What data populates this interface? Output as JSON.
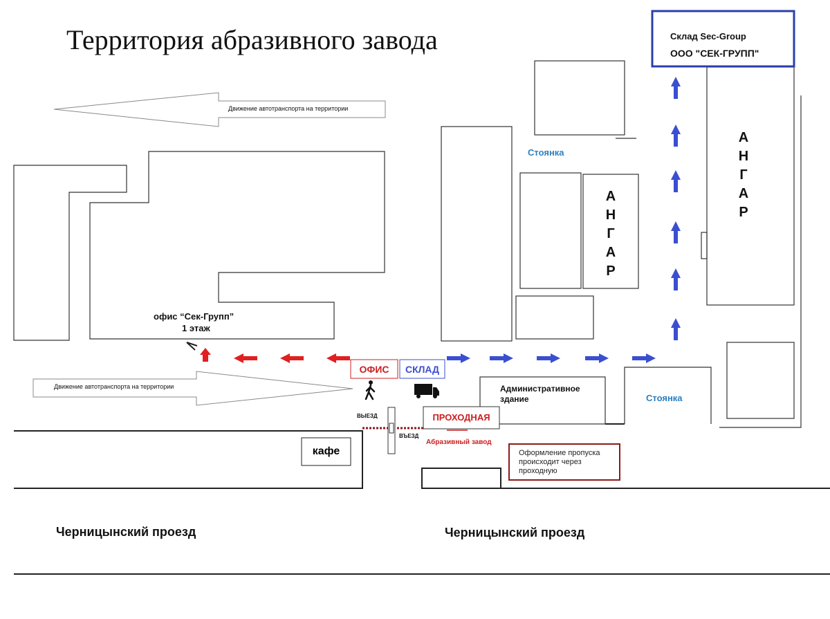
{
  "title": "Территория абразивного завода",
  "warehouse_box": {
    "line1": "Склад Sec-Group",
    "line2": "ООО \"СЕК-ГРУПП\""
  },
  "traffic_top": "Движение автотранспорта на территории",
  "traffic_bottom": "Движение автотранспорта на территории",
  "office_label": {
    "line1": "офис “Сек-Групп”",
    "line2": "1 этаж"
  },
  "parking_top": "Стоянка",
  "parking_bottom": "Стоянка",
  "hangar_center": "А\nН\nГ\nА\nР",
  "hangar_right": "А\nН\nГ\nА\nР",
  "office_sign": "ОФИС",
  "warehouse_sign": "СКЛАД",
  "admin_building": "Административное\nздание",
  "checkpoint": "ПРОХОДНАЯ",
  "plant_name": "Абразивный завод",
  "exit_label": "ВЫЕЗД",
  "entry_label": "ВЪЕЗД",
  "cafe": "кафе",
  "pass_note": "Оформление пропуска\nпроисходит через\nпроходную",
  "street_left": "Черницынский проезд",
  "street_right": "Черницынский проезд",
  "colors": {
    "red_route": "#e02020",
    "blue_route": "#3a4fd0",
    "frame_blue": "#2b3fa8",
    "note_border": "#8b1a1a"
  },
  "icons": [
    "pedestrian-icon",
    "truck-icon",
    "arrow-left-red-icon",
    "arrow-right-blue-icon",
    "arrow-up-blue-icon"
  ]
}
